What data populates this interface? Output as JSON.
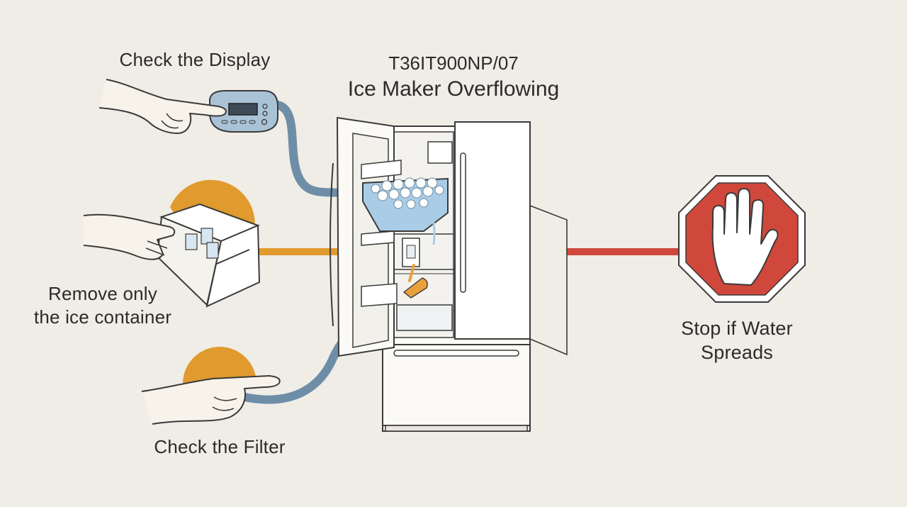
{
  "diagram": {
    "model_number": "T36IT900NP/07",
    "title": "Ice Maker Overflowing",
    "steps": {
      "check_display": "Check the Display",
      "remove_container_line1": "Remove only",
      "remove_container_line2": "the ice container",
      "check_filter": "Check the Filter",
      "stop_line1": "Stop if Water",
      "stop_line2": "Spreads"
    }
  },
  "colors": {
    "background": "#efede6",
    "connector_blue": "#6e8ea8",
    "connector_orange": "#e09a2e",
    "connector_red": "#d0483c",
    "stop_sign_red": "#d0483c",
    "ice_blue": "#a9cde6",
    "line_ink": "#3a3a3a"
  },
  "icons": [
    "hand-pointing-icon",
    "control-panel-icon",
    "ice-drawer-icon",
    "refrigerator-icon",
    "stop-sign-icon",
    "raised-hand-icon"
  ]
}
